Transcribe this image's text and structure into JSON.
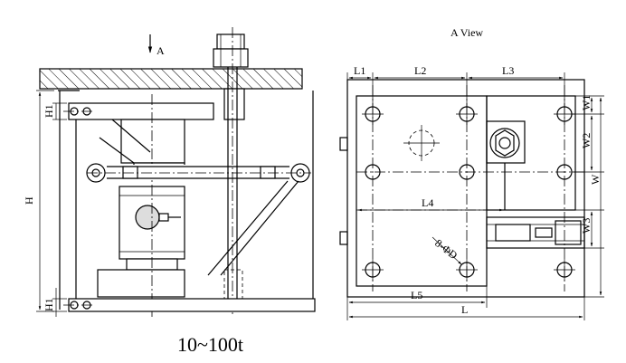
{
  "labels": {
    "arrow_a": "A",
    "view_title": "A View",
    "capacity": "10~100t",
    "dim_h": "H",
    "dim_h1_top": "H1",
    "dim_h1_bottom": "H1",
    "dim_l1": "L1",
    "dim_l2": "L2",
    "dim_l3": "L3",
    "dim_l4": "L4",
    "dim_l5": "L5",
    "dim_l": "L",
    "dim_w1": "W1",
    "dim_w2": "W2",
    "dim_w3": "W3",
    "dim_w": "W",
    "hole_spec": "8-ΦD"
  }
}
